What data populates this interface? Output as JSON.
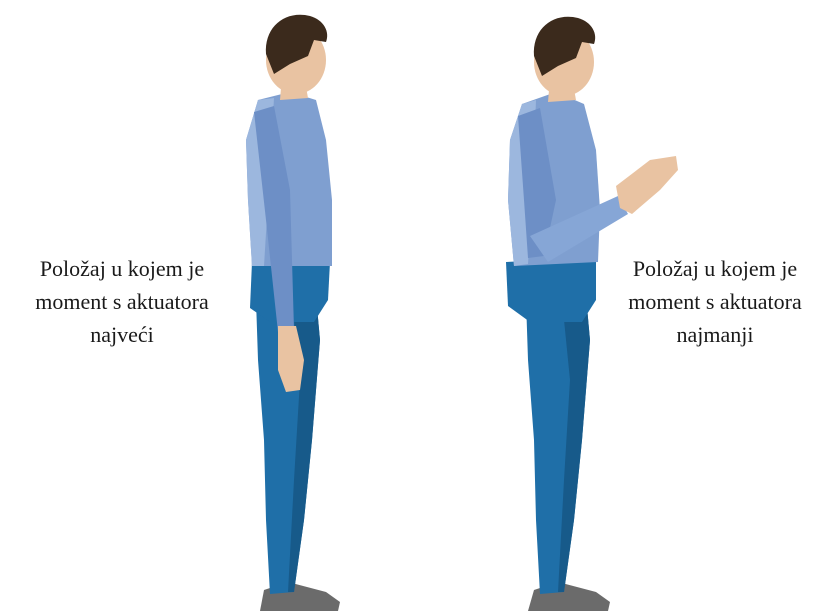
{
  "captions": {
    "left": {
      "line1": "Položaj u kojem je",
      "line2": "moment s aktuatora",
      "line3": "najveći"
    },
    "right": {
      "line1": "Položaj u kojem je",
      "line2": "moment s aktuatora",
      "line3": "najmanji"
    }
  },
  "colors": {
    "shirt": "#7f9fd0",
    "shirt_shade": "#5d7fb5",
    "pants": "#1f6fa8",
    "pants_shade": "#175a8a",
    "skin": "#e9c3a2",
    "hair": "#3b2a1c",
    "shoe": "#6b6b6b"
  },
  "figures": [
    {
      "pose": "arm-down"
    },
    {
      "pose": "arm-raised-forward"
    }
  ]
}
